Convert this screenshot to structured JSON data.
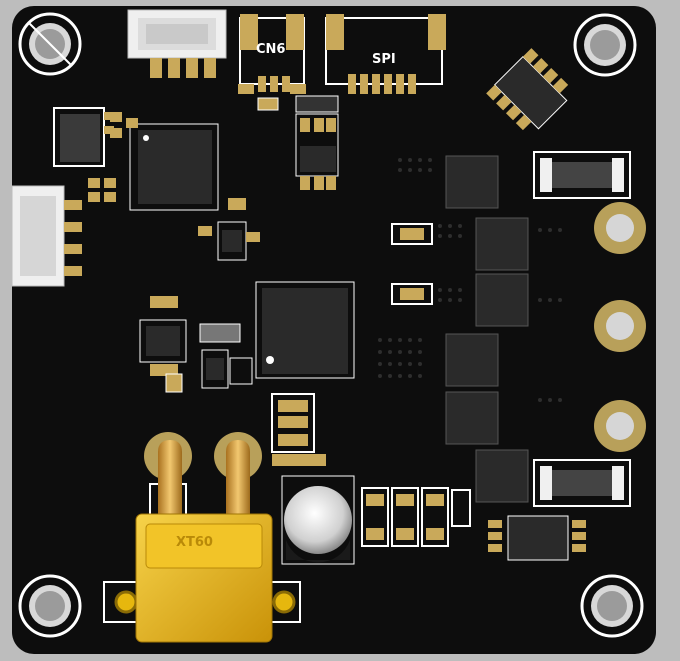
{
  "board": {
    "labels": {
      "cn6": "CN6",
      "spi": "SPI",
      "chip_marking": "XT60"
    }
  },
  "colors": {
    "background": "#bdbdbd",
    "board": "#0d0d0d",
    "silkscreen": "#ffffff",
    "pad": "#c9a95a",
    "gold": "#e6b70e",
    "ic": "#2a2a2a",
    "connector": "#ededed"
  }
}
